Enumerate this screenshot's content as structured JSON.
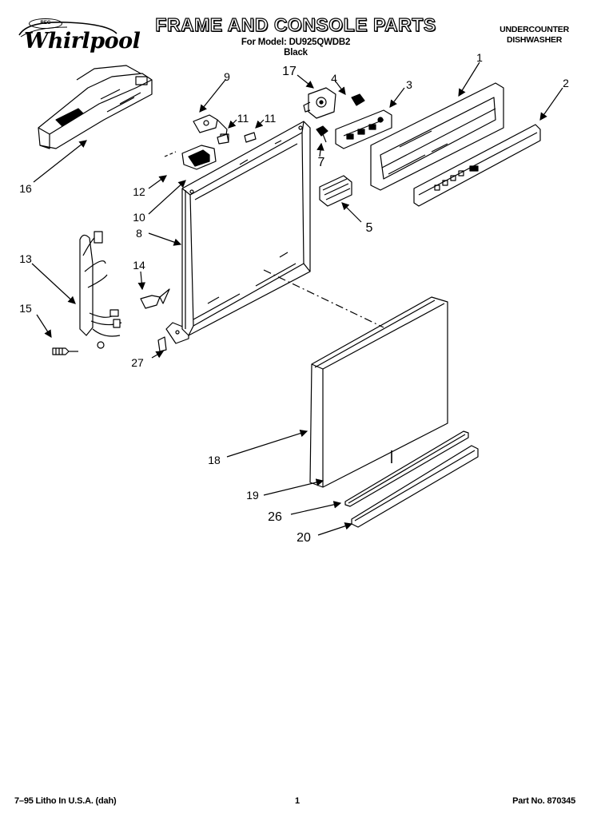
{
  "header": {
    "brand": "Whirlpool",
    "brand_badge": "REG",
    "title": "FRAME AND CONSOLE PARTS",
    "model_line": "For Model: DU925QWDB2",
    "color_line": "Black",
    "product_line1": "UNDERCOUNTER",
    "product_line2": "DISHWASHER"
  },
  "callouts": {
    "c1": "1",
    "c2": "2",
    "c3": "3",
    "c4": "4",
    "c5": "5",
    "c7": "7",
    "c8": "8",
    "c9": "9",
    "c10": "10",
    "c11a": "11",
    "c11b": "11",
    "c12": "12",
    "c13": "13",
    "c14": "14",
    "c15": "15",
    "c16": "16",
    "c17": "17",
    "c18": "18",
    "c19": "19",
    "c20": "20",
    "c26": "26",
    "c27": "27"
  },
  "footer": {
    "litho": "7–95 Litho In U.S.A. (dah)",
    "page": "1",
    "part_no": "Part No. 870345"
  }
}
